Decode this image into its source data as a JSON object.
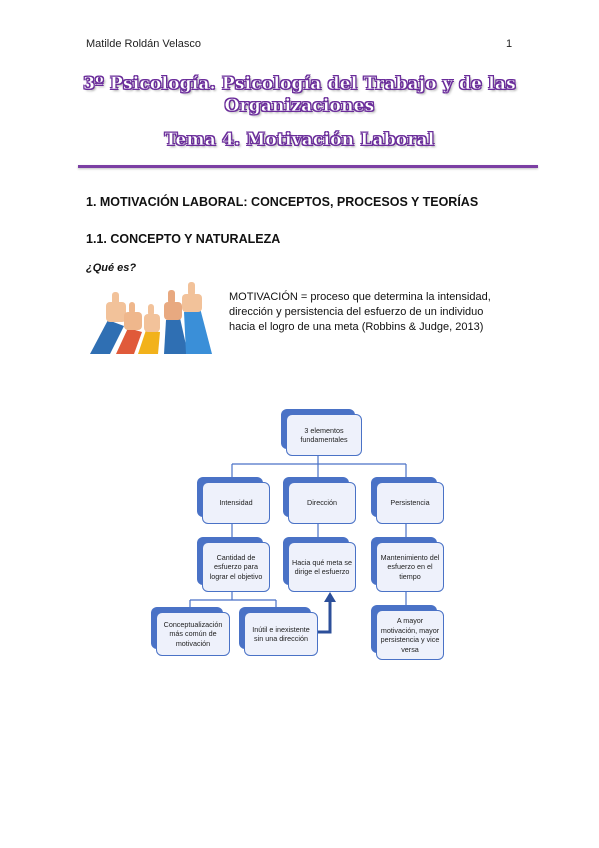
{
  "header": {
    "author": "Matilde Roldán Velasco",
    "page_number": "1"
  },
  "title": {
    "line1": "3º Psicología. Psicología del Trabajo y de las",
    "line2": "Organizaciones",
    "line3": "Tema 4. Motivación Laboral"
  },
  "section": {
    "heading1": "1. MOTIVACIÓN LABORAL: CONCEPTOS, PROCESOS Y TEORÍAS",
    "heading2": "1.1. CONCEPTO Y NATURALEZA",
    "question": "¿Qué es?",
    "definition": "MOTIVACIÓN = proceso que determina la intensidad, dirección y persistencia del esfuerzo de un individuo hacia el logro de una meta (Robbins & Judge, 2013)"
  },
  "image": {
    "icon": "thumbs-up-hands-illustration"
  },
  "diagram": {
    "root": "3 elementos fundamentales",
    "intensidad": "Intensidad",
    "direccion": "Dirección",
    "persistencia": "Persistencia",
    "cantidad": "Cantidad de esfuerzo para lograr el objetivo",
    "hacia": "Hacia qué meta se dirige el esfuerzo",
    "mantenimiento": "Mantenimiento del esfuerzo en el tiempo",
    "conceptualizacion": "Conceptualización más común de motivación",
    "inutil": "Inútil e inexistente sin una dirección",
    "mayor": "A mayor motivación, mayor persistencia y vice versa",
    "accent_color": "#4a72c6"
  }
}
